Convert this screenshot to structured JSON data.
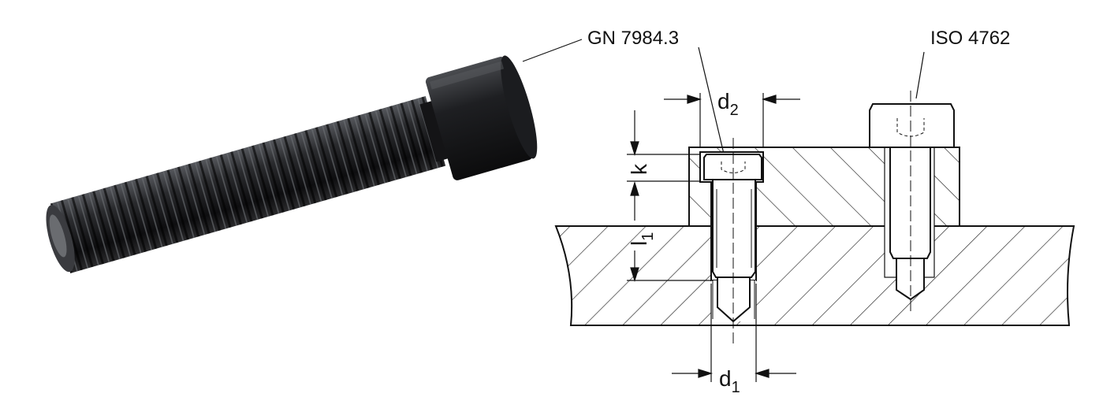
{
  "labels": {
    "product": "GN 7984.3",
    "standard": "ISO 4762",
    "d1": "d",
    "d1_sub": "1",
    "d2": "d",
    "d2_sub": "2",
    "k": "k",
    "l1": "l",
    "l1_sub": "1"
  },
  "colors": {
    "screw": "#1a1a1c",
    "line": "#111111"
  }
}
